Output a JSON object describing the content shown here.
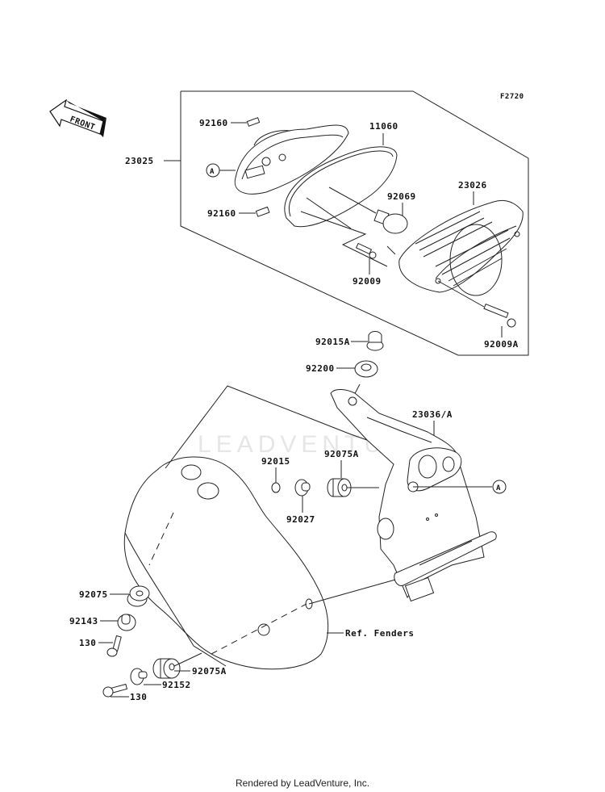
{
  "diagram": {
    "figure_code": "F2720",
    "front_label": "FRONT",
    "watermark": "LEADVENTURE",
    "callout_ref": "A",
    "parts": {
      "p92160_top": "92160",
      "p92160_bottom": "92160",
      "p23025": "23025",
      "p11060": "11060",
      "p92069": "92069",
      "p23026": "23026",
      "p92009": "92009",
      "p92009A": "92009A",
      "p92015A": "92015A",
      "p92200": "92200",
      "p23036A": "23036/A",
      "p92015": "92015",
      "p92075A_top": "92075A",
      "p92027": "92027",
      "p92075": "92075",
      "p92143": "92143",
      "p130_top": "130",
      "p92075A_bottom": "92075A",
      "p92152": "92152",
      "p130_bottom": "130",
      "ref_fenders": "Ref. Fenders"
    }
  },
  "footer": {
    "text": "Rendered by LeadVenture, Inc."
  }
}
